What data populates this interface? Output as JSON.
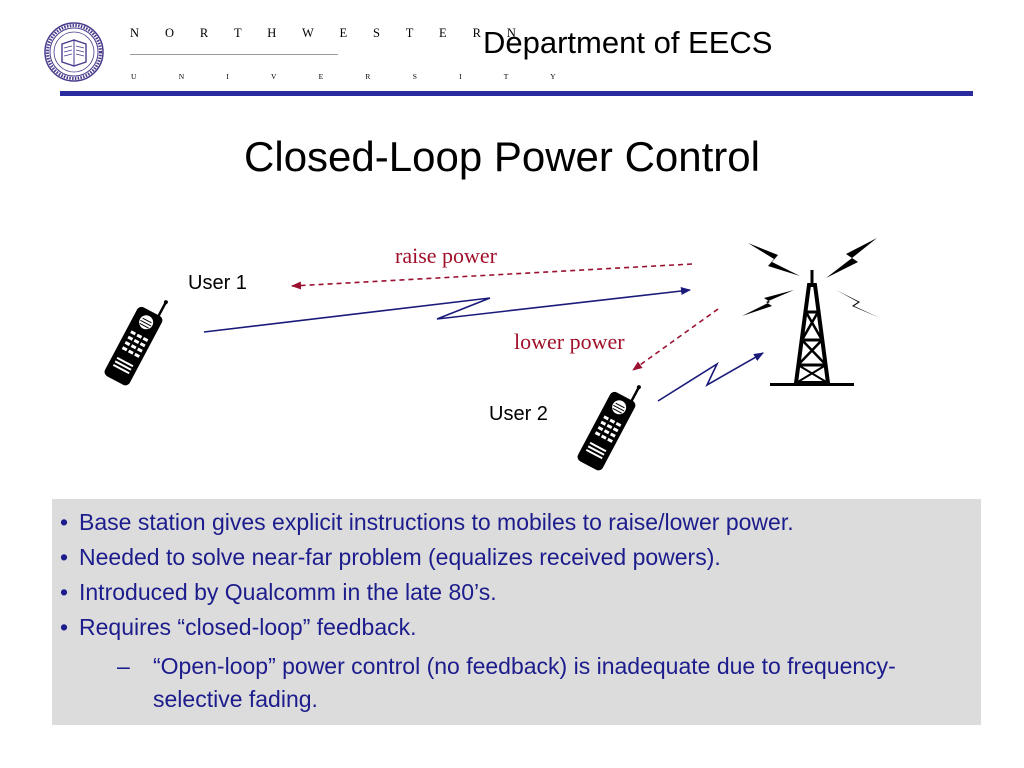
{
  "header": {
    "logo_top": "N O R T H W E S T E R N",
    "logo_bottom": "U N I V E R S I T Y",
    "seal_text": "NORTHWESTERN UNIVERSITY 1851",
    "department": "Department of EECS"
  },
  "slide": {
    "title": "Closed-Loop Power Control"
  },
  "diagram": {
    "user1_label": "User 1",
    "user2_label": "User 2",
    "raise_label": "raise power",
    "lower_label": "lower power",
    "colors": {
      "uplink": "#1a1a7a",
      "command": "#9a1030",
      "command_text": "#a0102a"
    }
  },
  "bullets": [
    "Base station gives explicit instructions to mobiles to raise/lower power.",
    "Needed to solve near-far problem (equalizes received powers).",
    "Introduced by Qualcomm in the late 80’s.",
    "Requires “closed-loop” feedback."
  ],
  "sub_bullet": {
    "dash": "–",
    "text": "“Open-loop” power control (no feedback) is inadequate due to frequency-selective fading."
  },
  "colors": {
    "accent_rule": "#2b2ba0",
    "bullet_text": "#1c1c8c",
    "box_bg": "#dcdcdc"
  }
}
